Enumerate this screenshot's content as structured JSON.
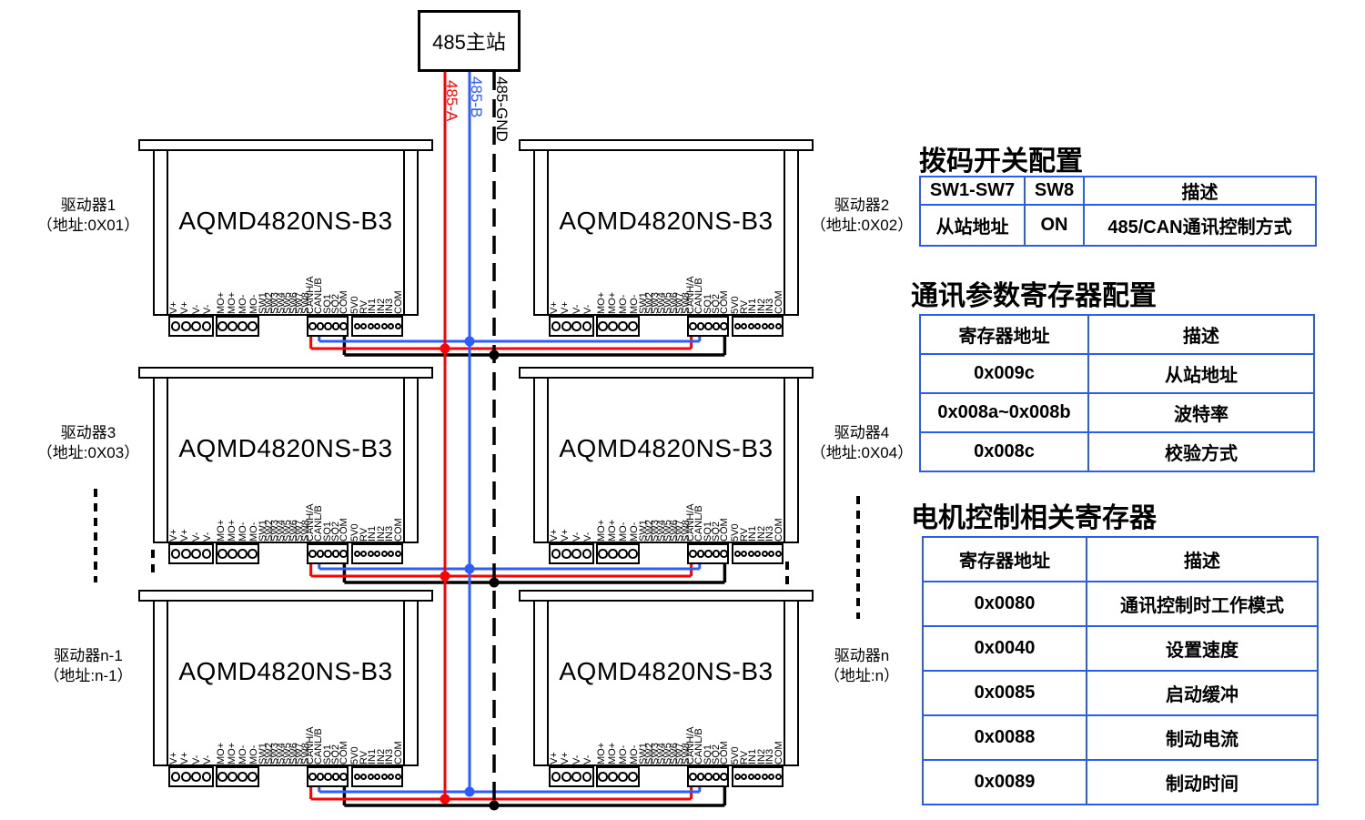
{
  "master": {
    "label": "485主站"
  },
  "wires": {
    "a": {
      "label": "485-A",
      "color": "#ff0000"
    },
    "b": {
      "label": "485-B",
      "color": "#2e5cff"
    },
    "gnd": {
      "label": "485-GND",
      "color": "#000000"
    }
  },
  "drivers": [
    {
      "name": "驱动器1",
      "address": "（地址:0X01）",
      "model": "AQMD4820NS-B3"
    },
    {
      "name": "驱动器2",
      "address": "（地址:0X02）",
      "model": "AQMD4820NS-B3"
    },
    {
      "name": "驱动器3",
      "address": "（地址:0X03）",
      "model": "AQMD4820NS-B3"
    },
    {
      "name": "驱动器4",
      "address": "（地址:0X04）",
      "model": "AQMD4820NS-B3"
    },
    {
      "name": "驱动器n-1",
      "address": "（地址:n-1）",
      "model": "AQMD4820NS-B3"
    },
    {
      "name": "驱动器n",
      "address": "（地址:n）",
      "model": "AQMD4820NS-B3"
    }
  ],
  "terminals": {
    "power": [
      "V+",
      "V+",
      "V-",
      "V-"
    ],
    "motor": [
      "MO+",
      "MO+",
      "MO-",
      "MO-"
    ],
    "dip": [
      "SW1",
      "SW2",
      "SW3",
      "SW4",
      "SW5",
      "SW6",
      "SW7",
      "SW8"
    ],
    "comm": [
      "CANH/A",
      "CANL/B",
      "SQ1",
      "SQ2",
      "COM"
    ],
    "io": [
      "5V0",
      "RV",
      "IN1",
      "IN2",
      "IN3",
      "COM"
    ]
  },
  "sections": [
    {
      "title": "拨码开关配置",
      "headers": [
        "SW1-SW7",
        "SW8",
        "描述"
      ],
      "rows": [
        [
          "从站地址",
          "ON",
          "485/CAN通讯控制方式"
        ]
      ]
    },
    {
      "title": "通讯参数寄存器配置",
      "headers": [
        "寄存器地址",
        "描述"
      ],
      "rows": [
        [
          "0x009c",
          "从站地址"
        ],
        [
          "0x008a~0x008b",
          "波特率"
        ],
        [
          "0x008c",
          "校验方式"
        ]
      ]
    },
    {
      "title": "电机控制相关寄存器",
      "headers": [
        "寄存器地址",
        "描述"
      ],
      "rows": [
        [
          "0x0080",
          "通讯控制时工作模式"
        ],
        [
          "0x0040",
          "设置速度"
        ],
        [
          "0x0085",
          "启动缓冲"
        ],
        [
          "0x0088",
          "制动电流"
        ],
        [
          "0x0089",
          "制动时间"
        ]
      ]
    }
  ],
  "colors": {
    "table_border": "#2a5cee",
    "outline": "#000000"
  }
}
